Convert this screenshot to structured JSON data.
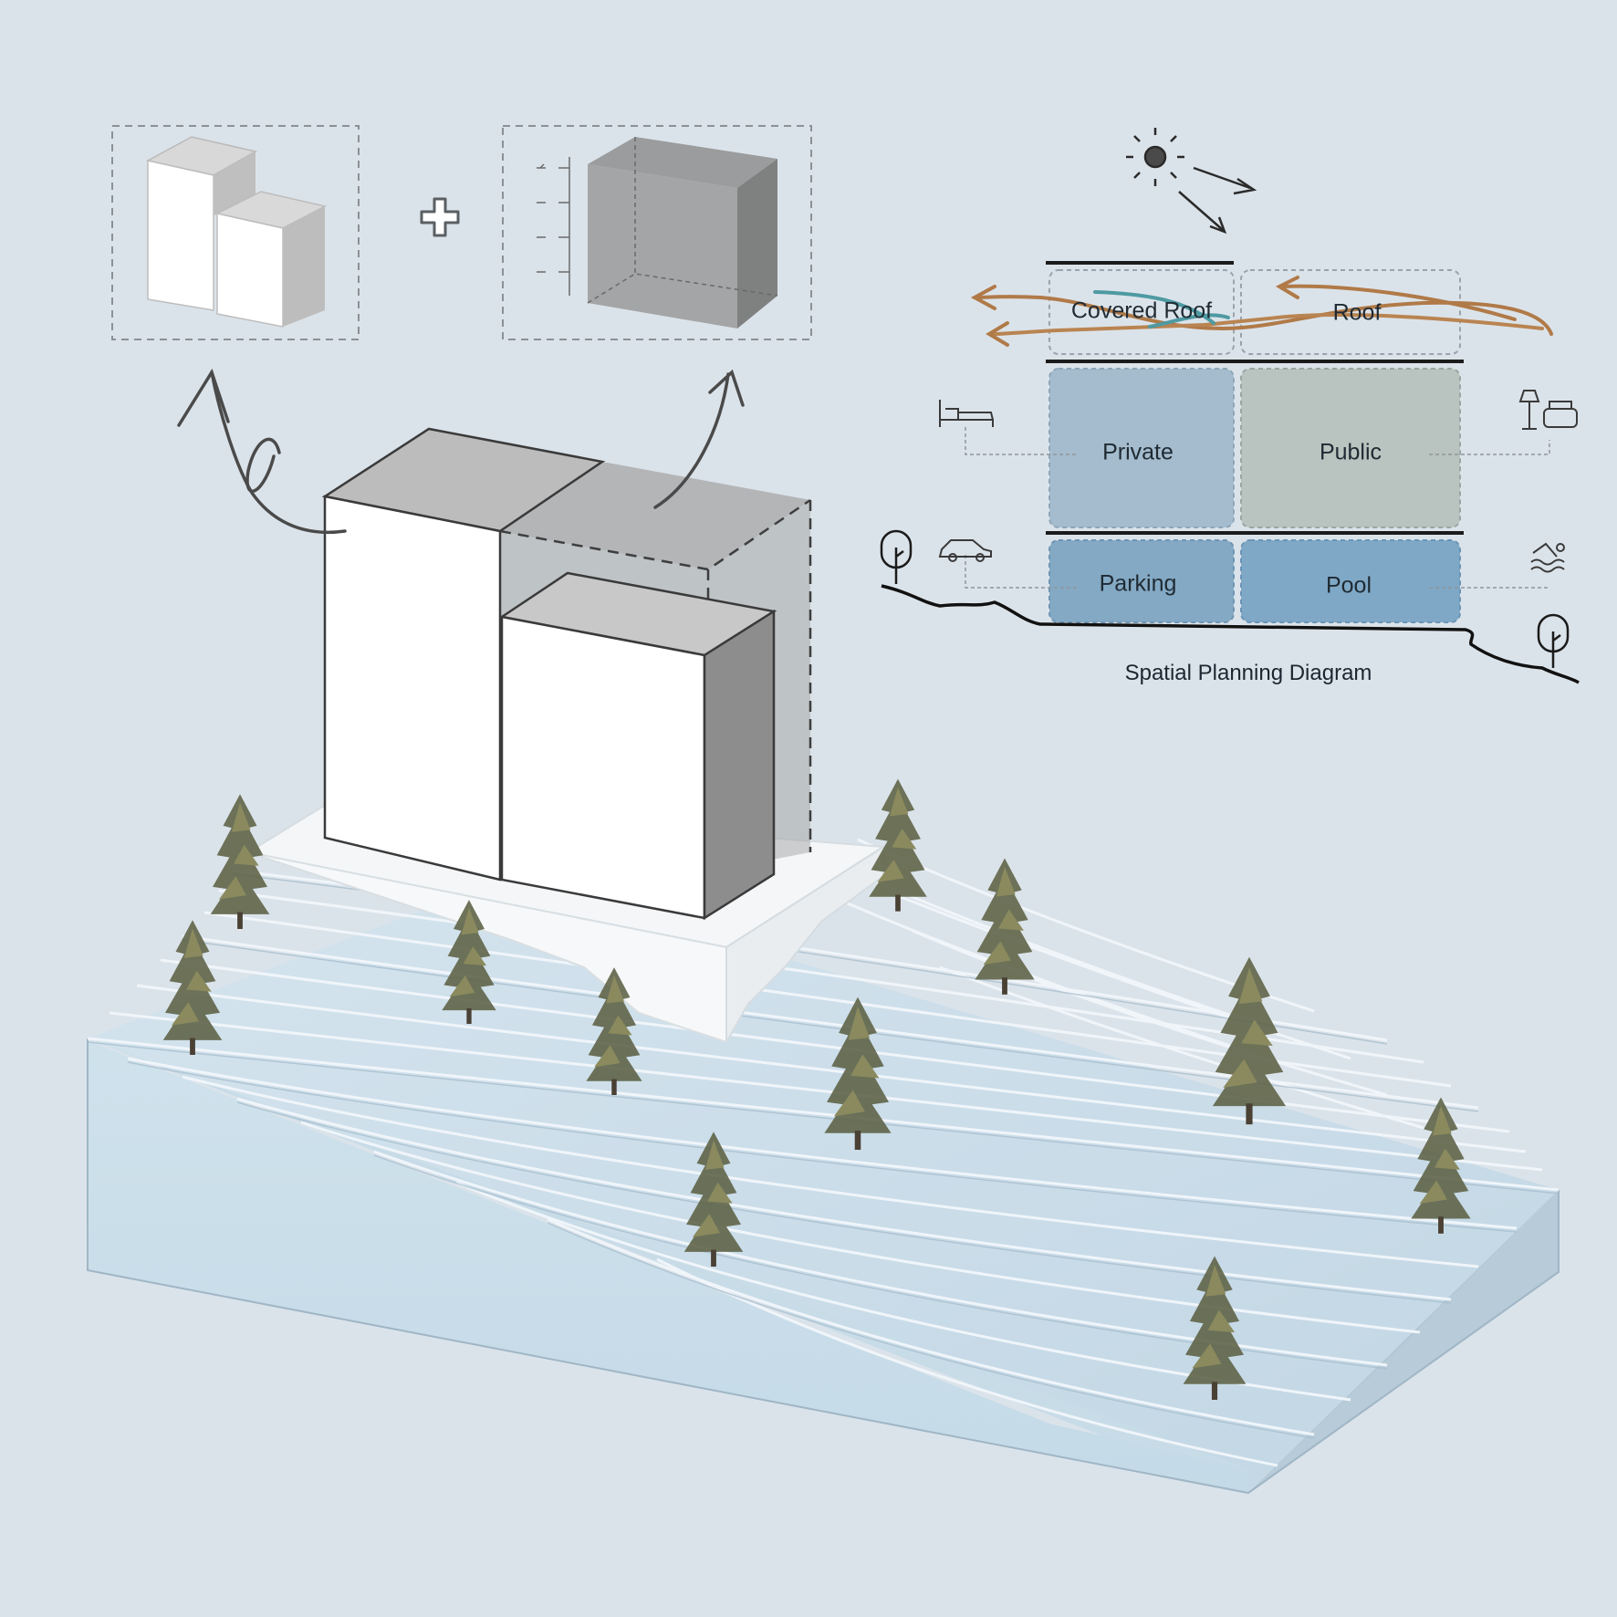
{
  "diagram": {
    "caption": "Spatial Planning Diagram",
    "zones": {
      "covered_roof": "Covered Roof",
      "roof": "Roof",
      "private": "Private",
      "public": "Public",
      "parking": "Parking",
      "pool": "Pool"
    }
  },
  "colors": {
    "background": "#dbe3ea",
    "private": "#a4bccd",
    "public": "#b9c3bf",
    "parking": "#84a9c4",
    "pool": "#7fa8c6",
    "terrain": "#c9dde9",
    "wind_brown": "#b07a48",
    "wind_teal": "#4e9aa2"
  }
}
